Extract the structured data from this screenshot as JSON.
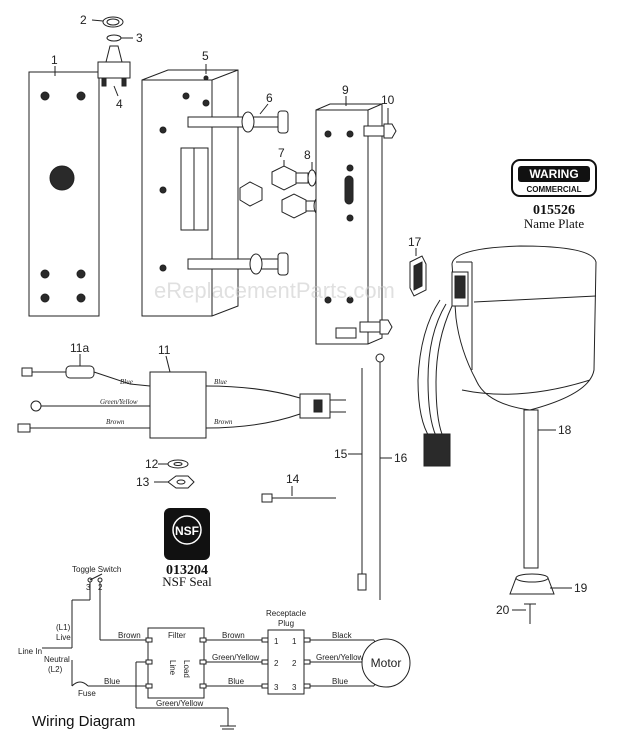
{
  "watermark": "eReplacementParts.com",
  "callouts": {
    "c1": "1",
    "c2": "2",
    "c3": "3",
    "c4": "4",
    "c5": "5",
    "c6": "6",
    "c7": "7",
    "c8": "8",
    "c9": "9",
    "c10": "10",
    "c11a": "11a",
    "c11": "11",
    "c12": "12",
    "c13": "13",
    "c14": "14",
    "c15": "15",
    "c16": "16",
    "c17": "17",
    "c18": "18",
    "c19": "19",
    "c20": "20"
  },
  "nameplate": {
    "logo_top": "WARING",
    "logo_bottom": "COMMERCIAL",
    "part_number": "015526",
    "caption": "Name Plate"
  },
  "nsf": {
    "logo": "NSF",
    "part_number": "013204",
    "caption": "NSF Seal"
  },
  "harness_wires": {
    "blue_in": "Blue",
    "gy_in": "Green/Yellow",
    "brown_in": "Brown",
    "blue_out": "Blue",
    "brown_out": "Brown"
  },
  "wiring": {
    "title": "Wiring Diagram",
    "toggle_switch": "Toggle Switch",
    "sw_3": "3",
    "sw_2": "2",
    "l1_line1": "(L1)",
    "l1_line2": "Live",
    "line_in": "Line In",
    "neutral_line1": "Neutral",
    "neutral_line2": "(L2)",
    "fuse": "Fuse",
    "filter": "Filter",
    "filter_line": "Line",
    "filter_load": "Load",
    "receptacle_line1": "Receptacle",
    "receptacle_line2": "Plug",
    "motor": "Motor",
    "w_brown1": "Brown",
    "w_brown2": "Brown",
    "w_black": "Black",
    "w_gy1": "Green/Yellow",
    "w_gy2": "Green/Yellow",
    "w_gy_bottom": "Green/Yellow",
    "w_blue1": "Blue",
    "w_blue2": "Blue",
    "w_blue3": "Blue",
    "pin1": "1",
    "pin2": "2",
    "pin3": "3",
    "pin1b": "1",
    "pin2b": "2",
    "pin3b": "3"
  }
}
